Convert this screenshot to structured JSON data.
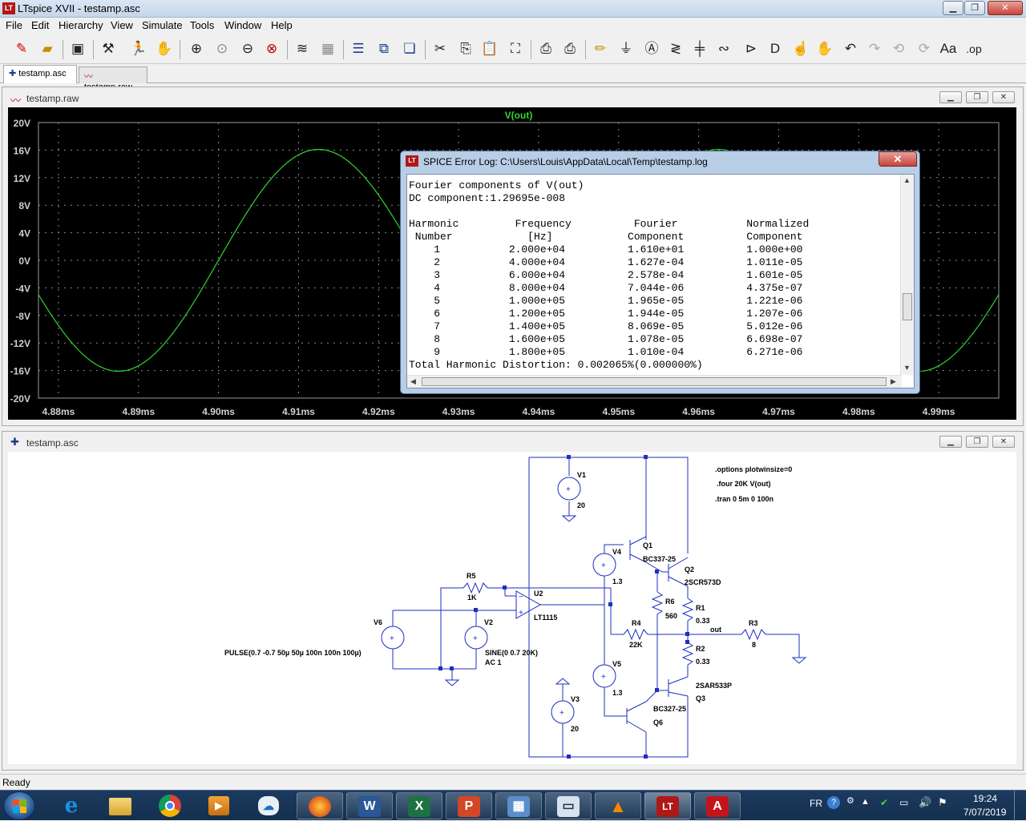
{
  "window": {
    "title": "LTspice XVII - testamp.asc"
  },
  "menu": [
    "File",
    "Edit",
    "Hierarchy",
    "View",
    "Simulate",
    "Tools",
    "Window",
    "Help"
  ],
  "tabs": [
    "testamp.asc",
    "testamp.raw"
  ],
  "plot_window": {
    "title": "testamp.raw",
    "trace_label": "V(out)"
  },
  "chart_data": {
    "type": "line",
    "title": "V(out)",
    "series": [
      {
        "name": "V(out)",
        "color": "#2fd52f",
        "amplitude": 16.1,
        "frequency_hz": 20000,
        "dc": 0
      }
    ],
    "x_ticks": [
      "4.88ms",
      "4.89ms",
      "4.90ms",
      "4.91ms",
      "4.92ms",
      "4.93ms",
      "4.94ms",
      "4.95ms",
      "4.96ms",
      "4.97ms",
      "4.98ms",
      "4.99ms"
    ],
    "y_ticks": [
      "20V",
      "16V",
      "12V",
      "8V",
      "4V",
      "0V",
      "-4V",
      "-8V",
      "-12V",
      "-16V",
      "-20V"
    ],
    "xlim": [
      4.8775,
      4.9975
    ],
    "ylim": [
      -20,
      20
    ],
    "grid": true,
    "background": "#000000"
  },
  "error_log": {
    "title": "SPICE Error Log: C:\\Users\\Louis\\AppData\\Local\\Temp\\testamp.log",
    "lines": [
      "Fourier components of V(out)",
      "DC component:1.29695e-008",
      "",
      "Harmonic         Frequency          Fourier           Normalized",
      " Number            [Hz]            Component          Component",
      "    1           2.000e+04          1.610e+01          1.000e+00",
      "    2           4.000e+04          1.627e-04          1.011e-05",
      "    3           6.000e+04          2.578e-04          1.601e-05",
      "    4           8.000e+04          7.044e-06          4.375e-07",
      "    5           1.000e+05          1.965e-05          1.221e-06",
      "    6           1.200e+05          1.944e-05          1.207e-06",
      "    7           1.400e+05          8.069e-05          5.012e-06",
      "    8           1.600e+05          1.078e-05          6.698e-07",
      "    9           1.800e+05          1.010e-04          6.271e-06",
      "Total Harmonic Distortion: 0.002065%(0.000000%)"
    ]
  },
  "schematic_window": {
    "title": "testamp.asc"
  },
  "schematic": {
    "directives": [
      ".options plotwinsize=0",
      ".four 20K V(out)",
      ".tran 0 5m 0 100n"
    ],
    "labels": {
      "V1": "V1",
      "V1v": "20",
      "V3": "V3",
      "V3v": "20",
      "V4": "V4",
      "V4v": "1.3",
      "V5": "V5",
      "V5v": "1.3",
      "V6": "V6",
      "V6v": "PULSE(0.7 -0.7 50µ 50µ 100n 100n 100µ)",
      "V2": "V2",
      "V2v": "SINE(0 0.7 20K)",
      "V2ac": "AC 1",
      "R5": "R5",
      "R5v": "1K",
      "U2": "U2",
      "U2v": "LT1115",
      "Q1": "Q1",
      "Q1v": "BC337-25",
      "Q2": "Q2",
      "Q2v": "2SCR573D",
      "Q3": "Q3",
      "Q3v": "2SAR533P",
      "Q6": "Q6",
      "Q6v": "BC327-25",
      "R6": "R6",
      "R6v": "560",
      "R1": "R1",
      "R1v": "0.33",
      "R2": "R2",
      "R2v": "0.33",
      "R4": "R4",
      "R4v": "22K",
      "R3": "R3",
      "R3v": "8",
      "out": "out"
    }
  },
  "status": "Ready",
  "tray": {
    "lang": "FR",
    "time": "19:24",
    "date": "7/07/2019"
  },
  "taskbar_apps": [
    "Internet Explorer",
    "File Explorer",
    "Chrome",
    "Media Player",
    "Skype",
    "Firefox",
    "Word",
    "Excel",
    "PowerPoint",
    "Control Panel",
    "Remote Desktop",
    "VLC",
    "LTspice",
    "Acrobat"
  ]
}
